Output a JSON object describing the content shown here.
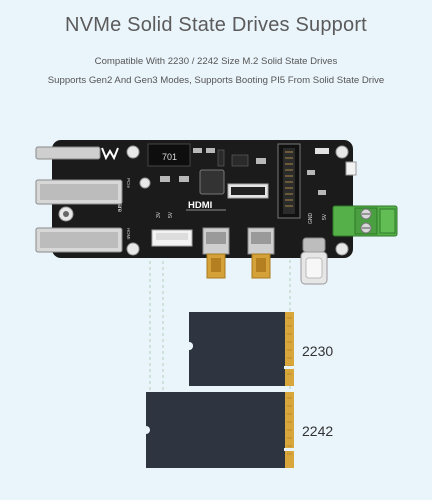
{
  "header": {
    "title": "NVMe Solid State Drives Support",
    "line1": "Compatible With 2230 / 2242 Size M.2 Solid State Drives",
    "line2": "Supports Gen2 And Gen3 Modes, Supports Booting PI5 From Solid State Drive"
  },
  "board": {
    "chip_label": "701",
    "hdmi_label": "HDMI",
    "brand_label": "Waveshare",
    "pin_label_3v": "3V",
    "pin_label_5v": "5V",
    "pin_label_gnd": "GND",
    "pin_label_5v_right": "5V",
    "side_label_left": "PCIe",
    "side_label_hdmi": "HDMI"
  },
  "cards": {
    "small_label": "2230",
    "large_label": "2242"
  },
  "colors": {
    "background": "#eaf4fb",
    "board": "#1b1b1b",
    "ssd": "#2f3540",
    "gold": "#d8a63a",
    "terminal": "#56b04a"
  }
}
